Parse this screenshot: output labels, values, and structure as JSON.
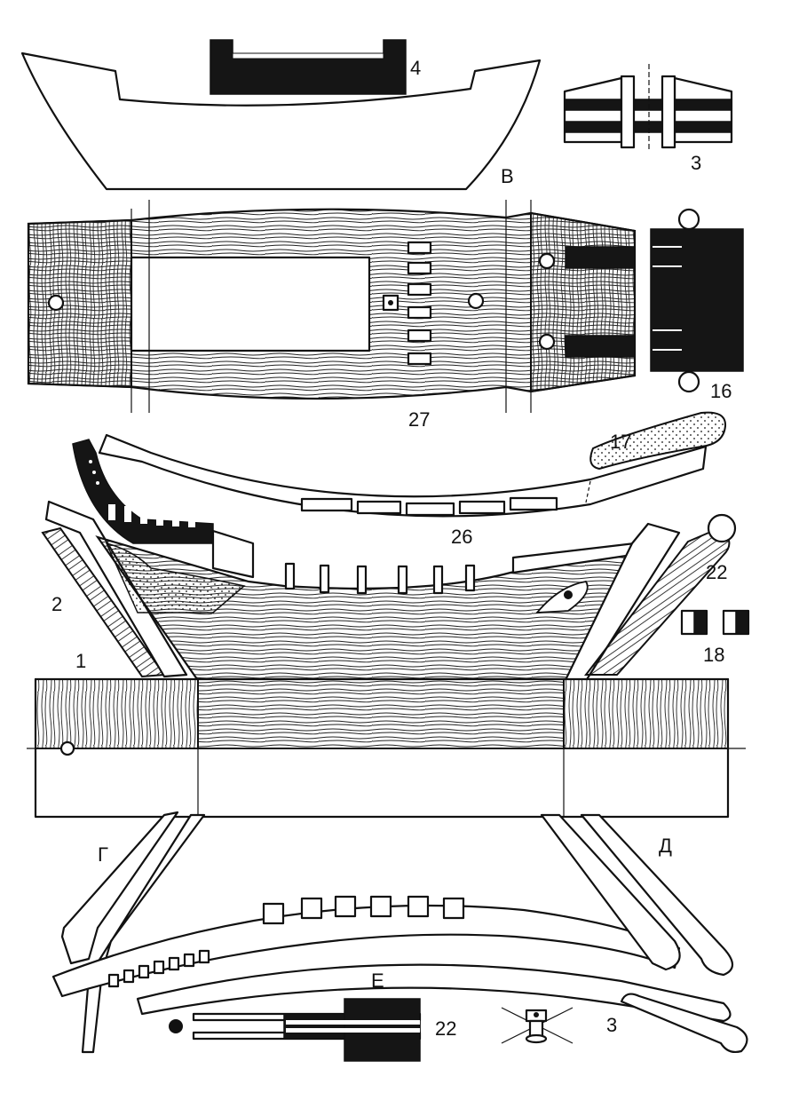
{
  "sheet": {
    "colors": {
      "ink": "#111111",
      "paper": "#ffffff",
      "fill_dark": "#151515"
    },
    "labels": {
      "part_4": "4",
      "part_3_top": "3",
      "part_B": "В",
      "part_27": "27",
      "part_16": "16",
      "part_17": "17",
      "part_26": "26",
      "part_2": "2",
      "part_22_right": "22",
      "part_18": "18",
      "part_1": "1",
      "part_G": "Г",
      "part_D": "Д",
      "part_E": "Е",
      "part_22_bottom": "22",
      "part_3_bottom": "3"
    }
  }
}
